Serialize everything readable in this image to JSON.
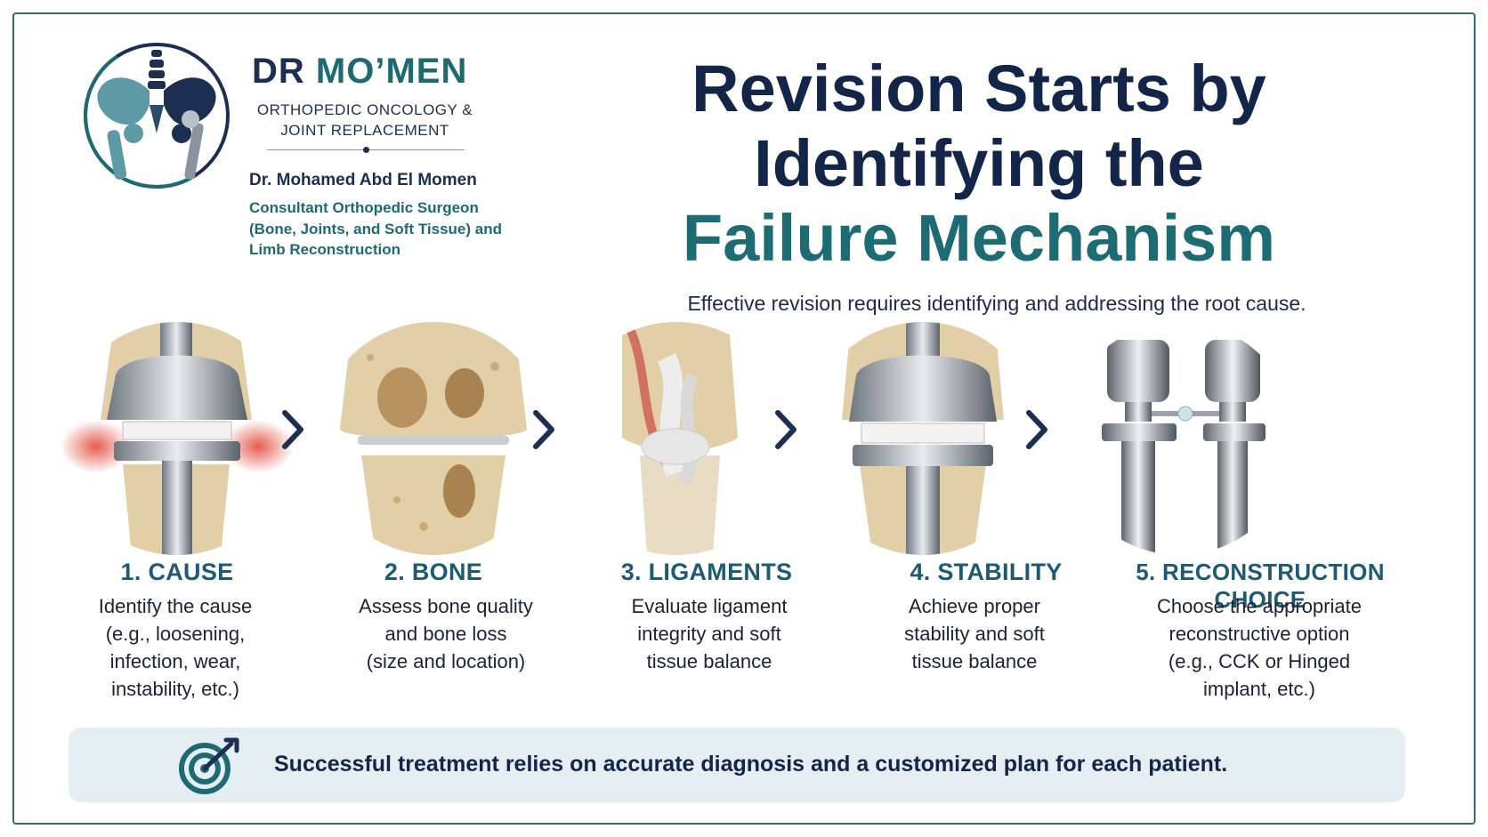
{
  "brand": {
    "name_prefix": "DR ",
    "name_main": "MO’MEN",
    "subtitle_line1": "ORTHOPEDIC ONCOLOGY &",
    "subtitle_line2": "JOINT REPLACEMENT",
    "doctor_name": "Dr. Mohamed Abd El Momen",
    "role_line1": "Consultant Orthopedic Surgeon",
    "role_line2": "(Bone, Joints, and Soft Tissue) and",
    "role_line3": "Limb Reconstruction",
    "icon": "pelvis-hip-logo-icon"
  },
  "headline": {
    "line1": "Revision Starts by",
    "line2": "Identifying the",
    "line3": "Failure Mechanism",
    "subtitle": "Effective revision requires identifying and addressing the root cause."
  },
  "steps": [
    {
      "title": "1. CAUSE",
      "desc": [
        "Identify the cause",
        "(e.g., loosening,",
        "infection, wear,",
        "instability, etc.)"
      ],
      "icon": "inflamed-knee-implant-icon"
    },
    {
      "title": "2. BONE",
      "desc": [
        "Assess bone quality",
        "and bone loss",
        "(size and location)"
      ],
      "icon": "bone-loss-knee-icon"
    },
    {
      "title": "3. LIGAMENTS",
      "desc": [
        "Evaluate ligament",
        "integrity and soft",
        "tissue balance"
      ],
      "icon": "knee-ligament-icon"
    },
    {
      "title": "4. STABILITY",
      "desc": [
        "Achieve proper",
        "stability and soft",
        "tissue balance"
      ],
      "icon": "stable-knee-implant-icon"
    },
    {
      "title": "5. RECONSTRUCTION CHOICE",
      "desc": [
        "Choose the appropriate",
        "reconstructive option",
        "(e.g., CCK or Hinged",
        "implant, etc.)"
      ],
      "icon": "hinged-implant-icon"
    }
  ],
  "footer": {
    "text": "Successful treatment relies on accurate diagnosis and a customized plan for each patient.",
    "icon": "target-icon"
  },
  "colors": {
    "navy": "#14254a",
    "teal": "#1d6b73",
    "step_title": "#1d5b75",
    "band": "#e5eef2",
    "border": "#2b6f74",
    "bone": "#e3cfa7",
    "metal": "#9aa3ab"
  }
}
